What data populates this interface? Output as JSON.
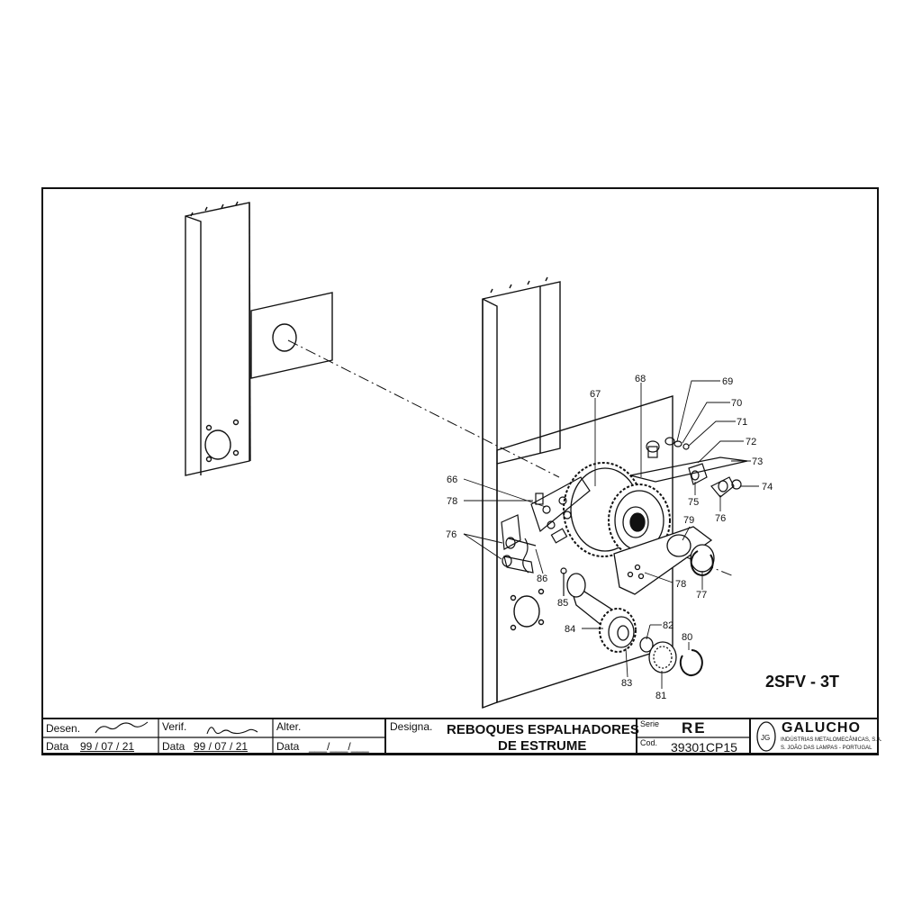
{
  "model": "2SFV - 3T",
  "callouts": [
    "66",
    "67",
    "68",
    "69",
    "70",
    "71",
    "72",
    "73",
    "74",
    "75",
    "76",
    "76",
    "77",
    "78",
    "78",
    "79",
    "80",
    "81",
    "82",
    "83",
    "84",
    "85",
    "86"
  ],
  "title_block": {
    "desen_label": "Desen.",
    "verif_label": "Verif.",
    "alter_label": "Alter.",
    "data_label": "Data",
    "desen_date": "99 / 07 / 21",
    "verif_date": "99 / 07 / 21",
    "alter_date": "___/___/___",
    "designa_label": "Designa.",
    "title_line1": "REBOQUES ESPALHADORES",
    "title_line2": "DE ESTRUME",
    "serie_label": "Serie",
    "serie_value": "RE",
    "cod_label": "Cod.",
    "cod_value": "39301CP15",
    "company": "GALUCHO",
    "company_sub": "INDÚSTRIAS METALOMECÂNICAS, S.A.",
    "company_addr": "S. JOÃO DAS LAMPAS - PORTUGAL"
  }
}
